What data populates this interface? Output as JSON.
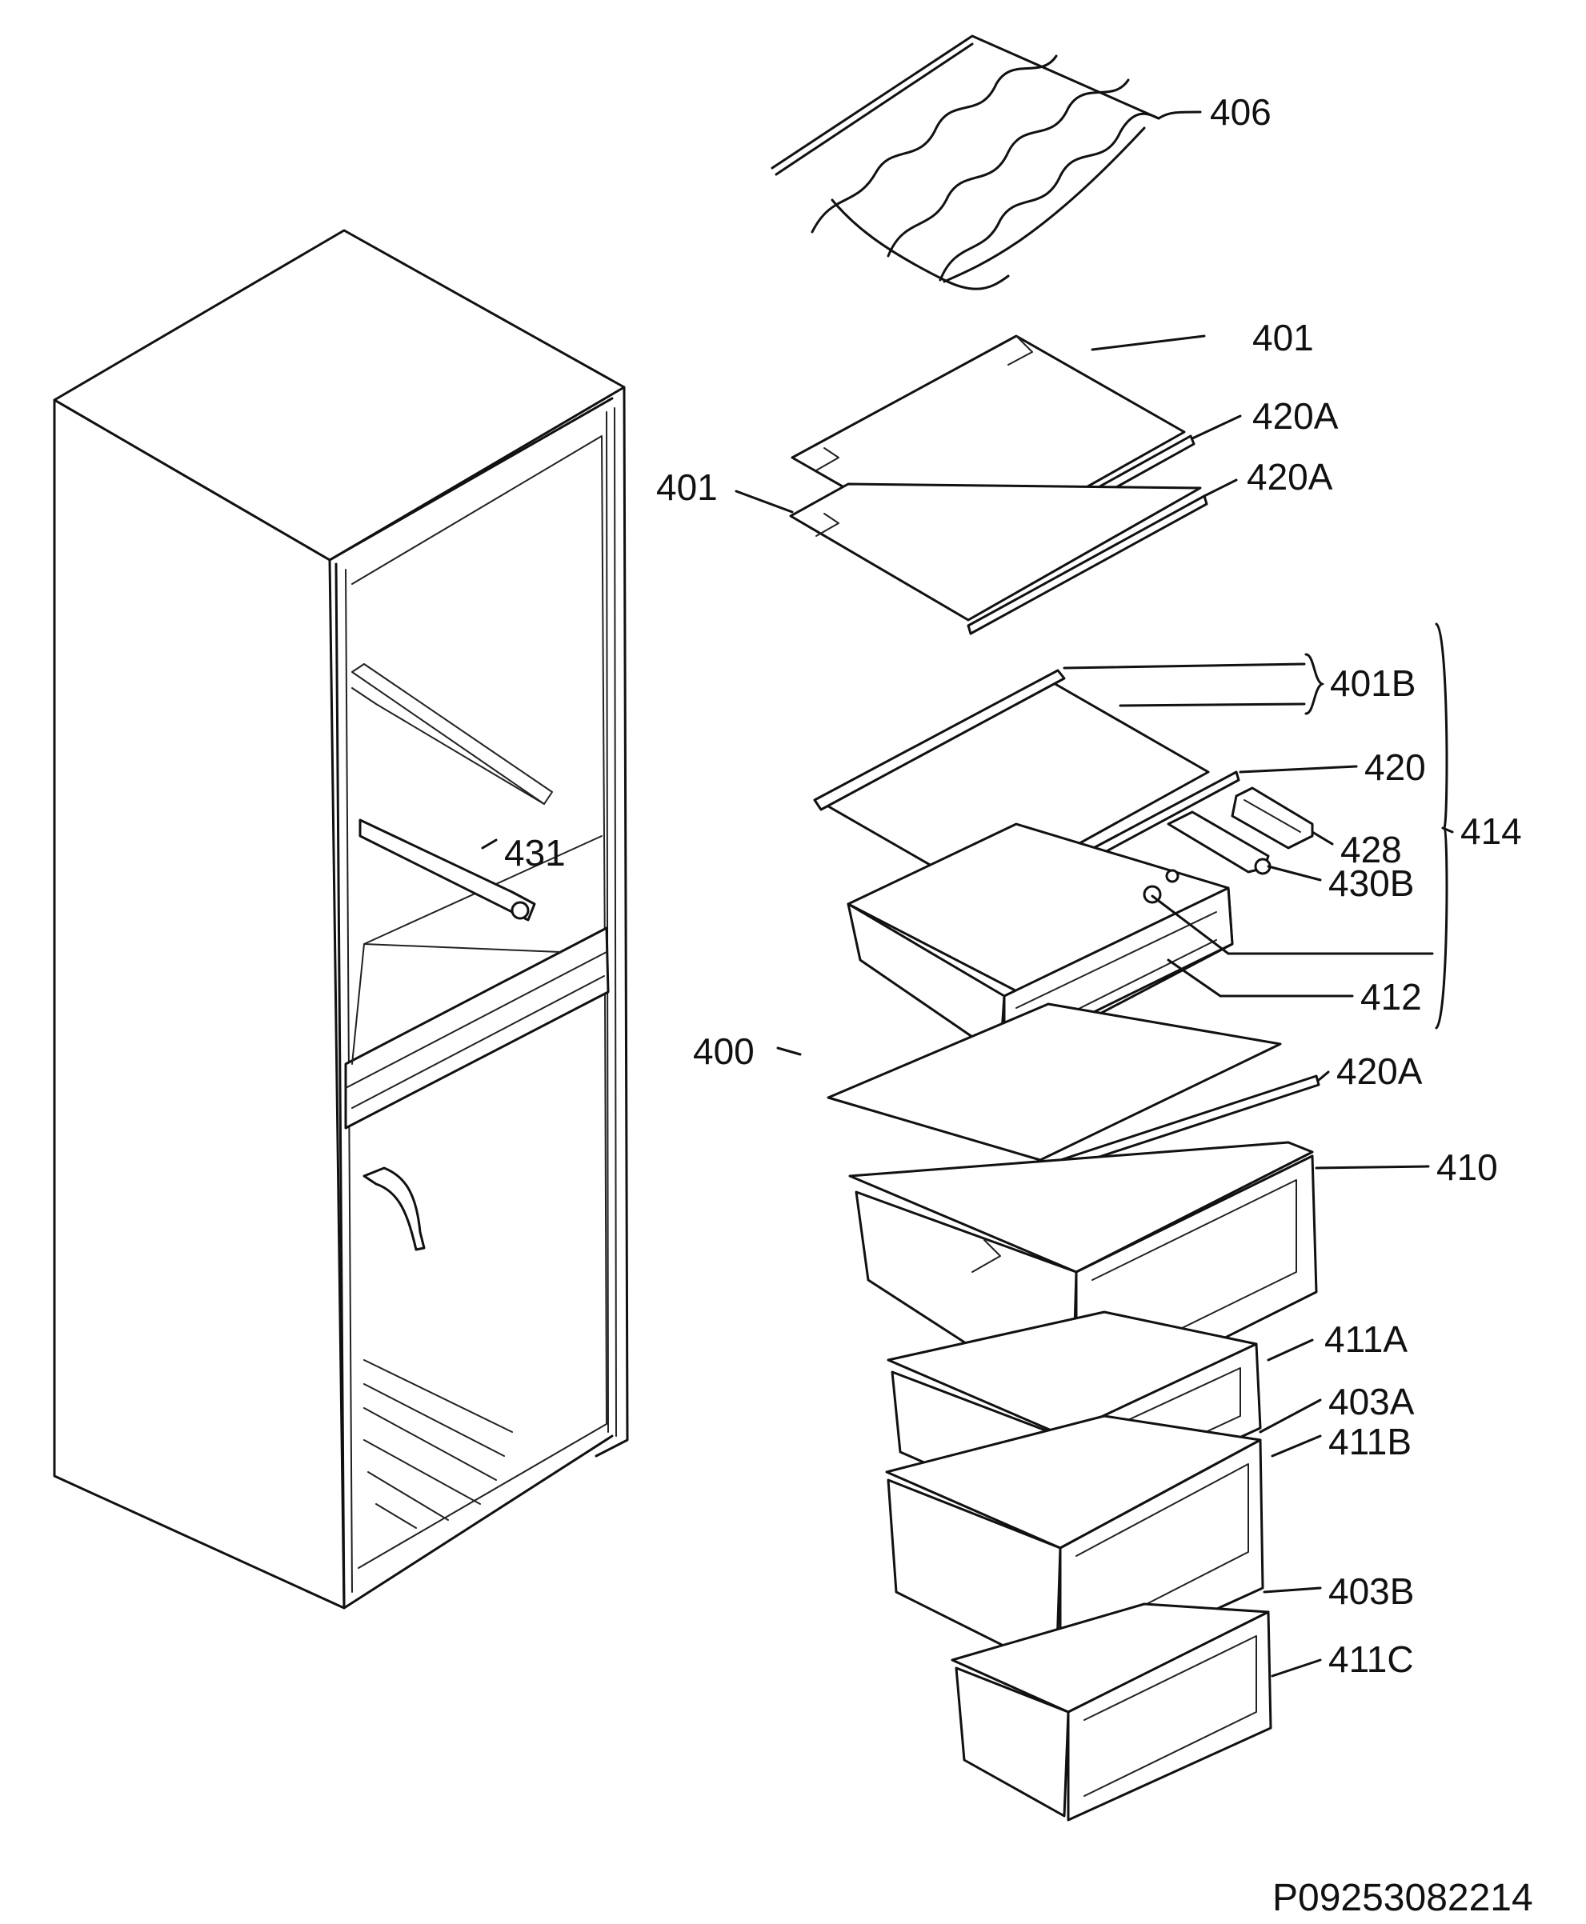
{
  "diagram": {
    "labels": {
      "l406": "406",
      "l401a": "401",
      "l420a1": "420A",
      "l401b": "401",
      "l420a2": "420A",
      "l401B": "401B",
      "l420": "420",
      "l428": "428",
      "l414": "414",
      "l430B": "430B",
      "l431": "431",
      "l412": "412",
      "l400": "400",
      "l420a3": "420A",
      "l410": "410",
      "l411A": "411A",
      "l403A": "403A",
      "l411B": "411B",
      "l403B": "403B",
      "l411C": "411C"
    },
    "document_id": "P09253082214"
  }
}
